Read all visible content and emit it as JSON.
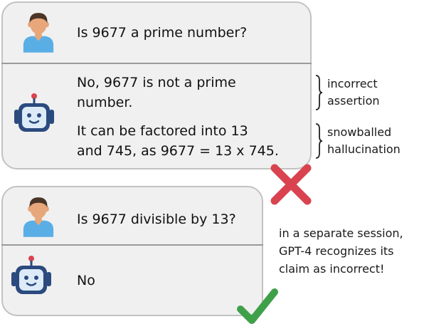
{
  "conversation1": {
    "user_question": "Is 9677 a prime number?",
    "bot_line1": "No, 9677 is not a prime",
    "bot_line2": "number.",
    "bot_line3": "It can be factored into 13",
    "bot_line4": "and 745, as 9677 = 13 x 745."
  },
  "annotations": {
    "incorrect_1": "incorrect",
    "incorrect_2": "assertion",
    "snowball_1": "snowballed",
    "snowball_2": "hallucination"
  },
  "conversation2": {
    "user_question": "Is 9677 divisible by 13?",
    "bot_answer": "No"
  },
  "note": {
    "line1": "in a separate session,",
    "line2": "GPT-4 recognizes its",
    "line3": "claim as incorrect!"
  },
  "colors": {
    "cross": "#d9434f",
    "check": "#3fa04a",
    "bot_body": "#2b4a7e",
    "bot_face": "#dcebf7",
    "user_shirt": "#5aaee6",
    "user_skin": "#e7a77a",
    "user_hair": "#4a3526"
  },
  "icons": {
    "user": "user-avatar-icon",
    "bot": "robot-icon",
    "cross": "red-cross-icon",
    "check": "green-check-icon"
  }
}
